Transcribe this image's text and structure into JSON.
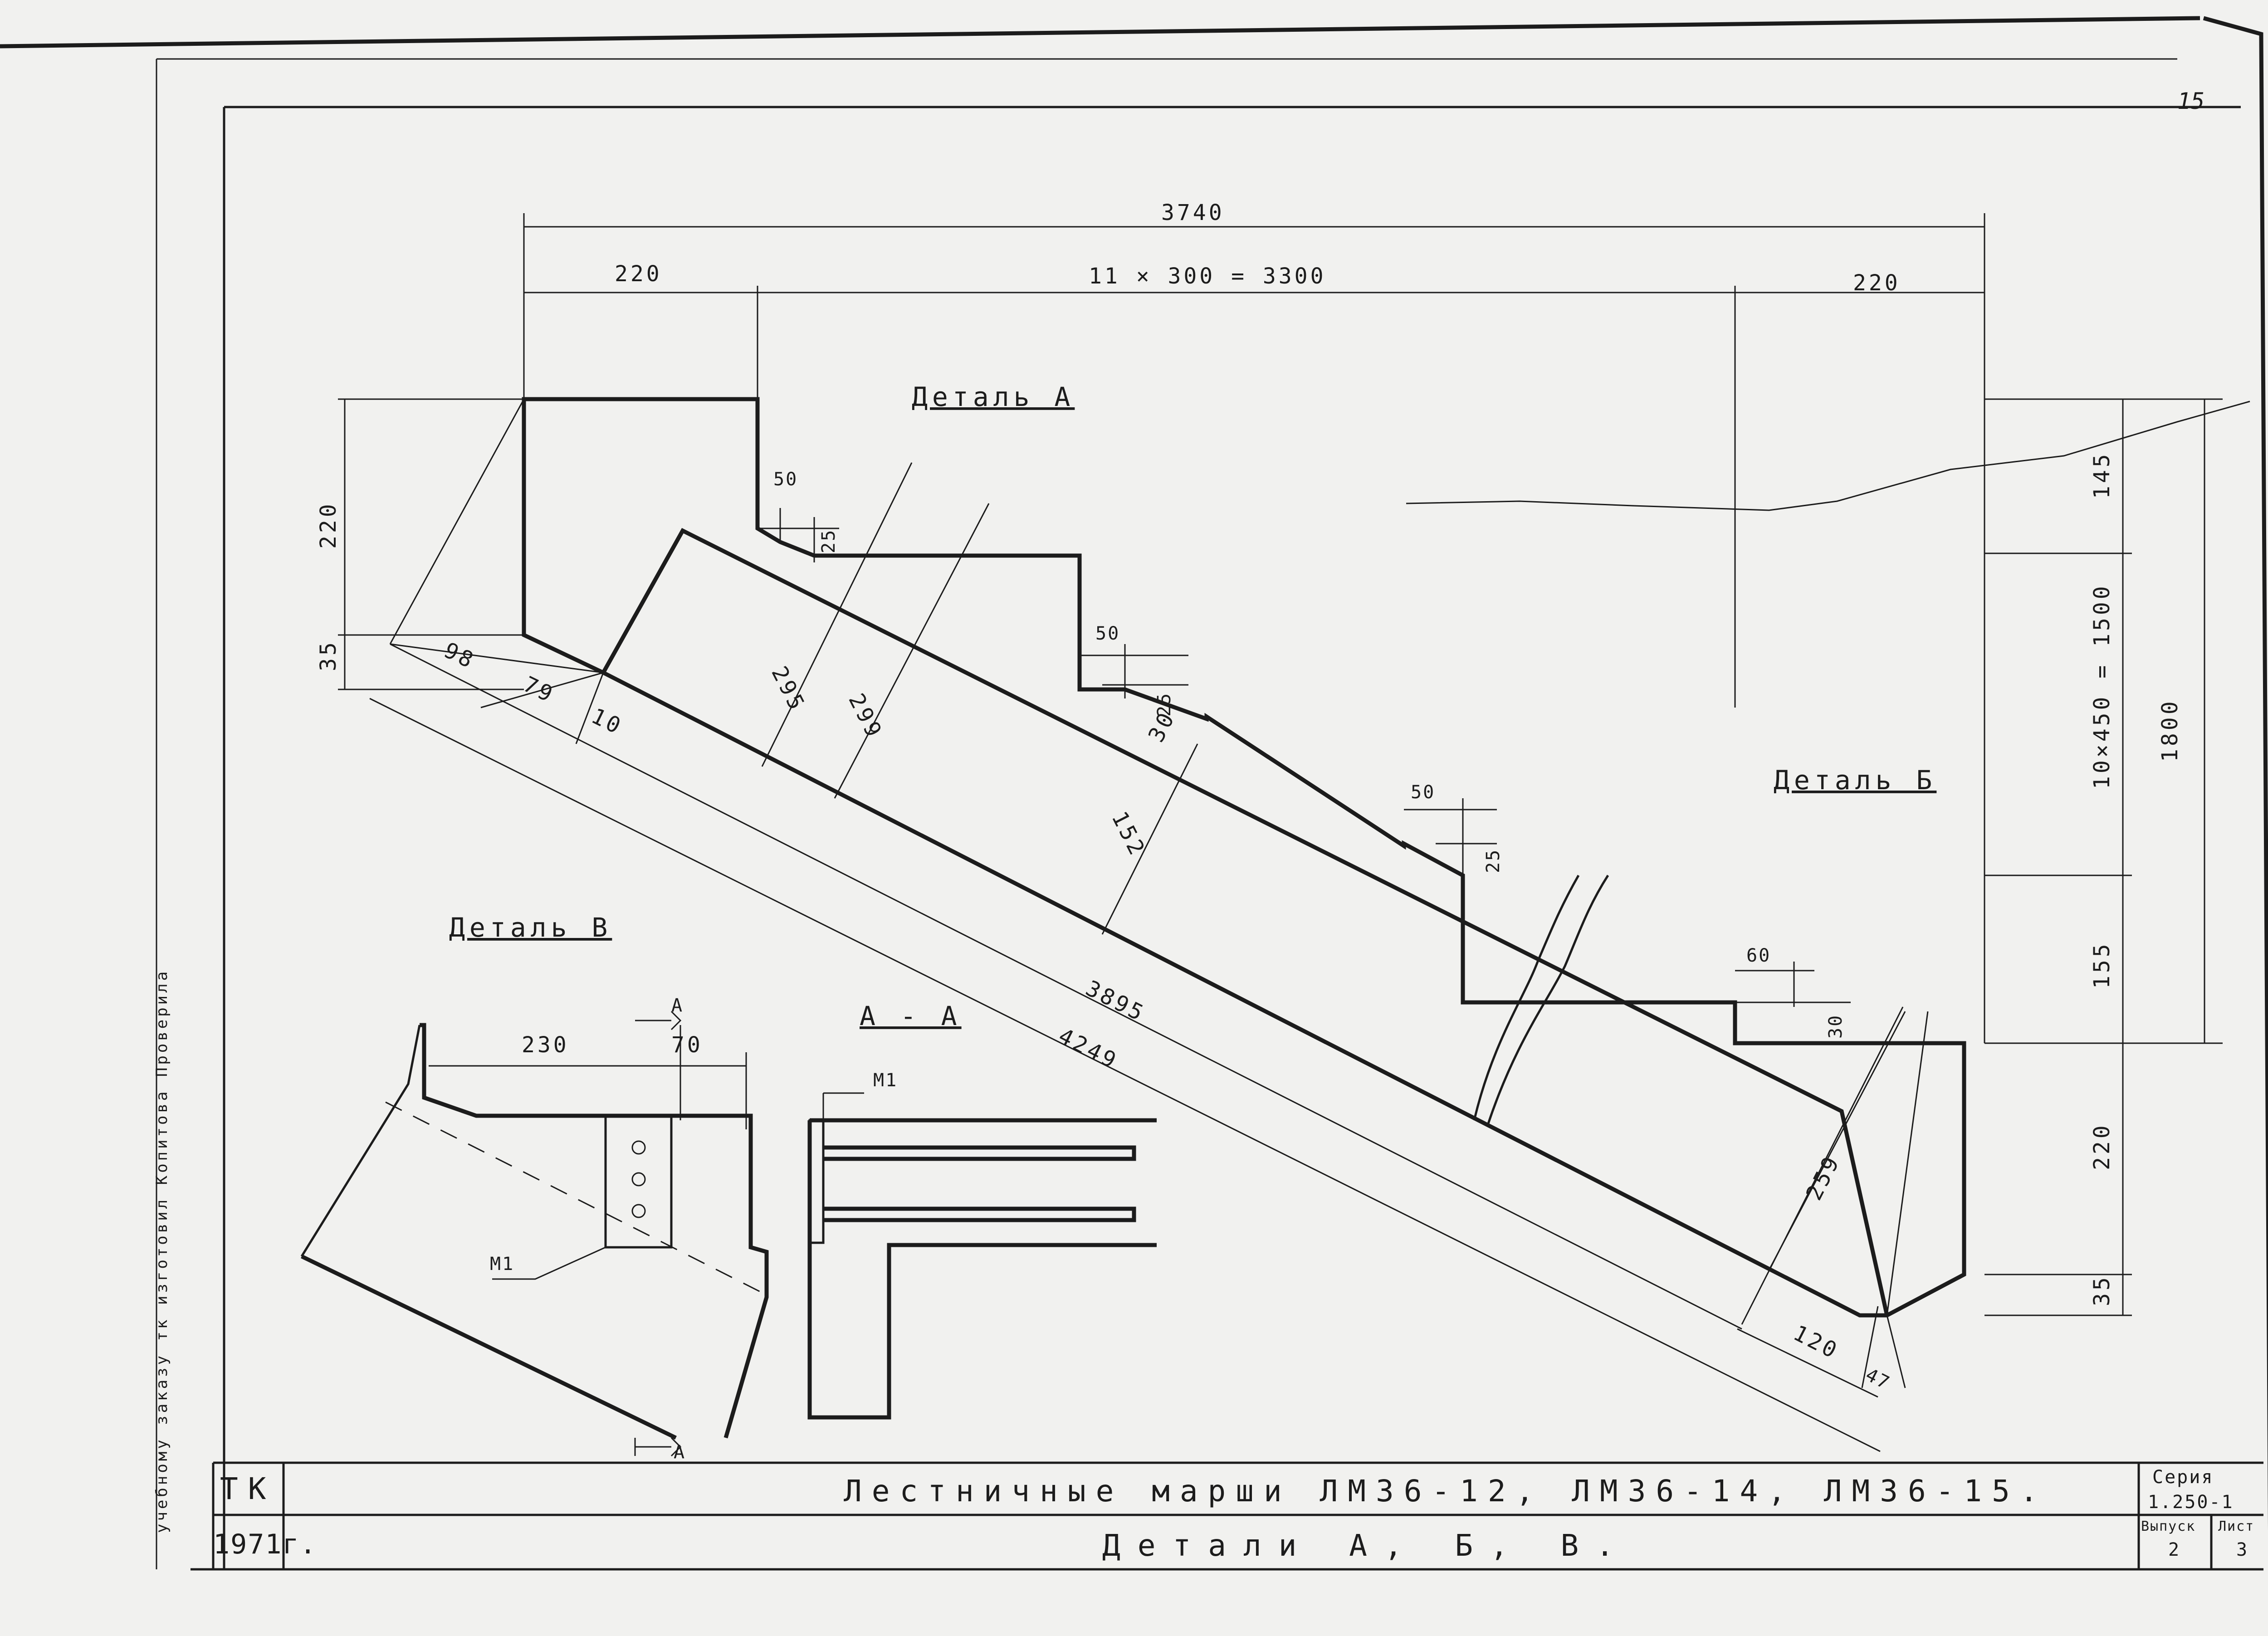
{
  "sheet_number": "15",
  "dimensions": {
    "total_width": "3740",
    "left_margin": "220",
    "steps_run": "11 × 300 = 3300",
    "right_margin": "220",
    "left_height": "220",
    "left_bottom": "35",
    "d98": "98",
    "d79": "79",
    "d10": "10",
    "d295": "295",
    "d299": "299",
    "d152": "152",
    "d30": "30",
    "step1_w": "50",
    "step1_h": "25",
    "step2_w": "50",
    "step2_h": "25",
    "step3_w": "50",
    "step3_h": "25",
    "top_w": "60",
    "top_h": "30",
    "len_3895": "3895",
    "len_4249": "4249",
    "d259": "259",
    "d120": "120",
    "d47": "47",
    "right_145": "145",
    "right_rise": "10×450 = 1500",
    "right_155": "155",
    "right_total": "1800",
    "right_220": "220",
    "right_35": "35",
    "detailv_230": "230",
    "detailv_70": "70"
  },
  "labels": {
    "detail_a": "Деталь А",
    "detail_b": "Деталь Б",
    "detail_v": "Деталь В",
    "section_aa": "А - А",
    "section_a": "А",
    "m1": "М1"
  },
  "title_block": {
    "code": "ТК",
    "year": "1971г.",
    "title": "Лестничные марши ЛМ36-12, ЛМ36-14, ЛМ36-15.",
    "subtitle": "Детали А, Б, В.",
    "series_label": "Серия",
    "series_value": "1.250-1",
    "issue_label": "Выпуск",
    "issue_value": "2",
    "sheet_label": "Лист",
    "sheet_value": "3"
  },
  "side_stamp": "учебному заказу тк изготовил Копитовa Проверила"
}
